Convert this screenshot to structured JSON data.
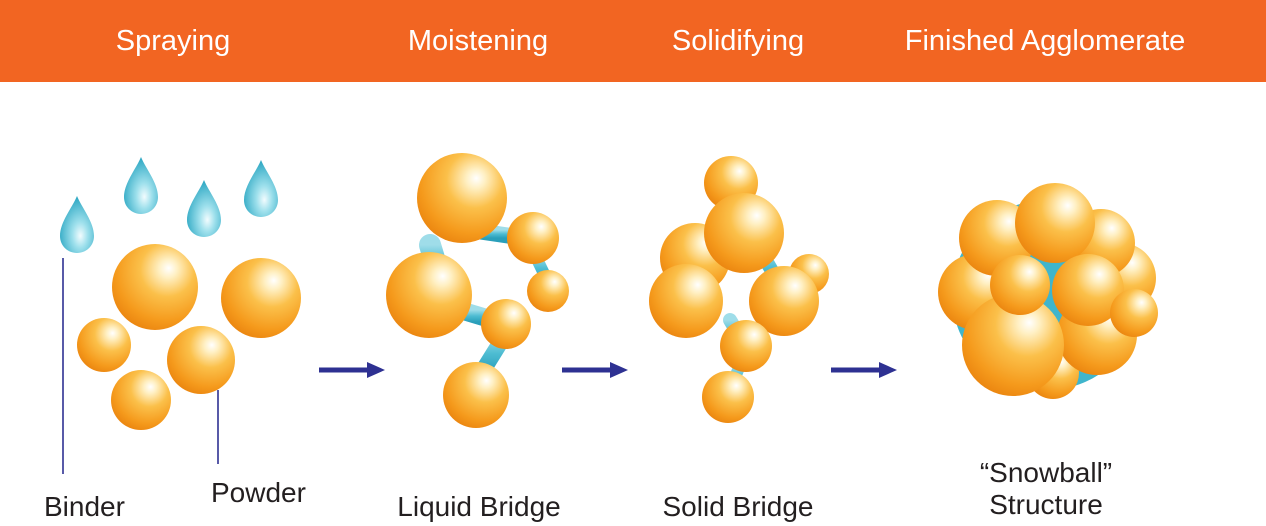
{
  "stages": [
    {
      "title": "Spraying"
    },
    {
      "title": "Moistening"
    },
    {
      "title": "Solidifying"
    },
    {
      "title": "Finished Agglomerate"
    }
  ],
  "captions": {
    "binder": "Binder",
    "powder": "Powder",
    "liquid_bridge": "Liquid Bridge",
    "solid_bridge": "Solid Bridge",
    "snowball_line1": "“Snowball”",
    "snowball_line2": "Structure"
  },
  "colors": {
    "header": "#f26522",
    "particle": "#f6a623",
    "binder_drop": "#35b3cc",
    "arrow": "#2e3192",
    "leader_line": "#2e3192"
  },
  "icons": {
    "particle": "powder-particle-icon",
    "drop": "binder-drop-icon",
    "arrow": "arrow-right-icon"
  }
}
